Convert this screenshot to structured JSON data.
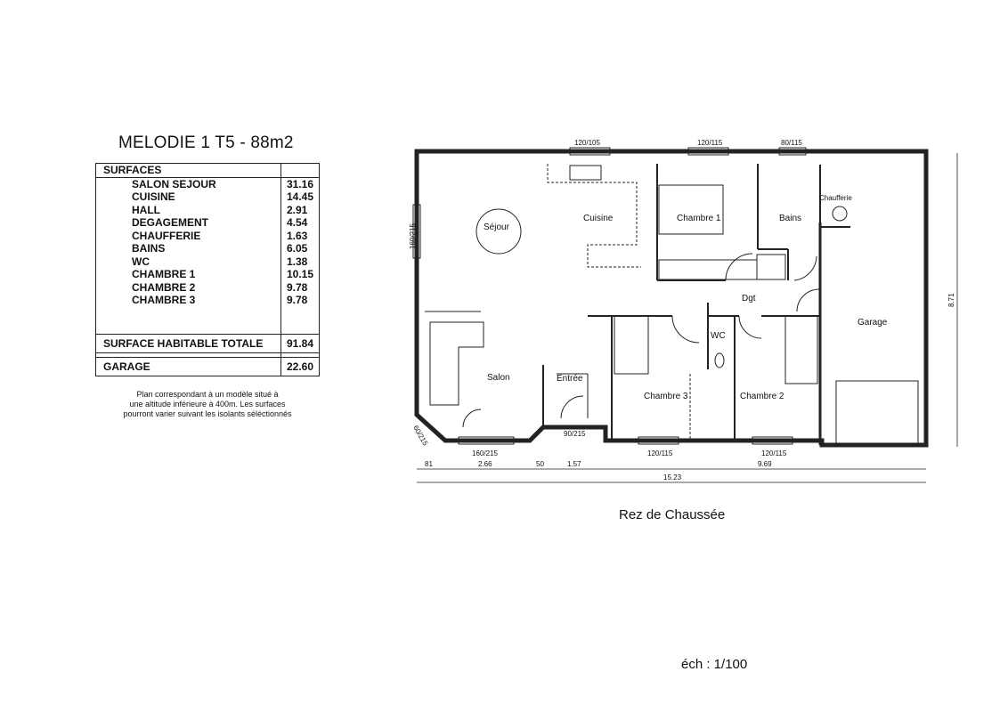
{
  "title": "MELODIE 1  T5 - 88m2",
  "surfaces": {
    "header": "SURFACES",
    "rows": [
      {
        "label": "SALON SEJOUR",
        "value": "31.16"
      },
      {
        "label": "CUISINE",
        "value": "14.45"
      },
      {
        "label": "HALL",
        "value": "2.91"
      },
      {
        "label": "DEGAGEMENT",
        "value": "4.54"
      },
      {
        "label": "CHAUFFERIE",
        "value": "1.63"
      },
      {
        "label": "BAINS",
        "value": "6.05"
      },
      {
        "label": "WC",
        "value": "1.38"
      },
      {
        "label": "CHAMBRE 1",
        "value": "10.15"
      },
      {
        "label": "CHAMBRE 2",
        "value": "9.78"
      },
      {
        "label": "CHAMBRE 3",
        "value": "9.78"
      }
    ],
    "total_label": "SURFACE HABITABLE TOTALE",
    "total_value": "91.84",
    "garage_label": "GARAGE",
    "garage_value": "22.60"
  },
  "note": [
    "Plan correspondant à un modèle situé à",
    "une altitude inférieure à 400m. Les surfaces",
    "pourront varier suivant les isolants séléctionnés"
  ],
  "rooms": {
    "sejour": "Séjour",
    "cuisine": "Cuisine",
    "chambre1": "Chambre 1",
    "bains": "Bains",
    "chaufferie": "Chaufferie",
    "dgt": "Dgt",
    "garage": "Garage",
    "wc": "WC",
    "salon": "Salon",
    "entree": "Entrée",
    "chambre3": "Chambre 3",
    "chambre2": "Chambre 2"
  },
  "openings": {
    "top1": "120/105",
    "top2": "120/115",
    "top3": "80/115",
    "left": "160/215",
    "corner": "60/215",
    "bottom1": "160/215",
    "bottom2": "90/215",
    "bottom3": "120/115",
    "bottom4": "120/115"
  },
  "dimensions": {
    "d1": "81",
    "d2": "2.66",
    "d3": "50",
    "d4": "1.57",
    "d5": "9.69",
    "total_width": "15.23",
    "height": "8.71"
  },
  "floor_caption": "Rez de Chaussée",
  "scale_caption": "éch : 1/100"
}
